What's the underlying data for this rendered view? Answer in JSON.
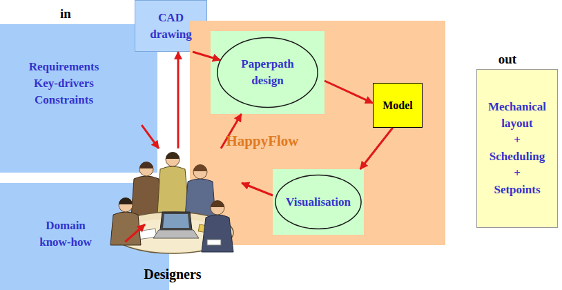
{
  "diagram": {
    "nodes": [
      {
        "text": [
          "Requirements Key-drivers Constraints"
        ]
      },
      {
        "text": [
          "CAD drawing"
        ]
      },
      {
        "text": [
          "Domain know-how"
        ]
      },
      {
        "text": [
          "HappyFlow"
        ]
      },
      {
        "text": [
          "Paperpath design"
        ],
        "in": 3
      },
      {
        "text": [
          "Model"
        ],
        "in": 3
      },
      {
        "text": [
          "Visualisation"
        ],
        "in": 3
      },
      {
        "text": [
          "Designers"
        ]
      },
      {
        "text": [
          "Mechanical layout + Scheduling + Setpoints"
        ]
      }
    ],
    "edges": [
      {
        "from": 1,
        "to": 4,
        "arrow": "to"
      },
      {
        "from": 0,
        "to": 7,
        "arrow": "to"
      },
      {
        "from": 7,
        "to": 1,
        "arrow": "to"
      },
      {
        "from": 7,
        "to": 4,
        "arrow": "to"
      },
      {
        "from": 4,
        "to": 5,
        "arrow": "to"
      },
      {
        "from": 5,
        "to": 6,
        "arrow": "to"
      },
      {
        "from": 6,
        "to": 7,
        "arrow": "to"
      },
      {
        "from": 2,
        "to": 7,
        "arrow": "to"
      }
    ],
    "labels": [
      "in",
      "out"
    ]
  }
}
